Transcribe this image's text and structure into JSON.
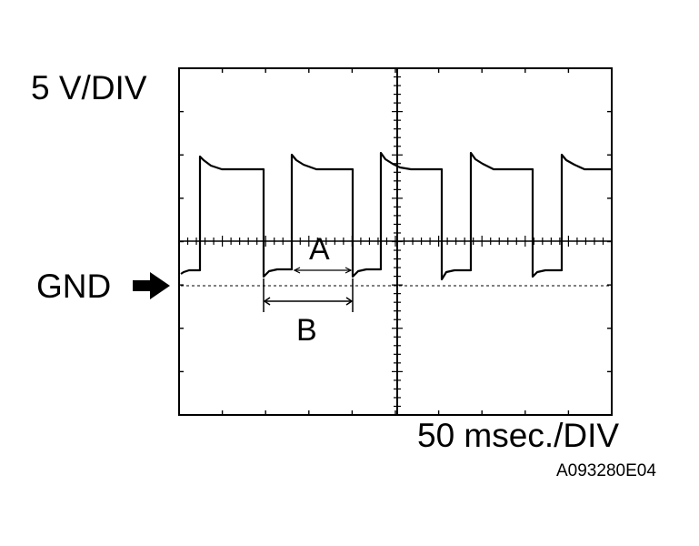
{
  "scale": {
    "voltage": "5 V/DIV",
    "time": "50 msec./DIV"
  },
  "ground_label": "GND",
  "interval_labels": {
    "a": "A",
    "b": "B"
  },
  "figure_code": "A093280E04",
  "colors": {
    "ink": "#000000",
    "background": "#ffffff"
  }
}
